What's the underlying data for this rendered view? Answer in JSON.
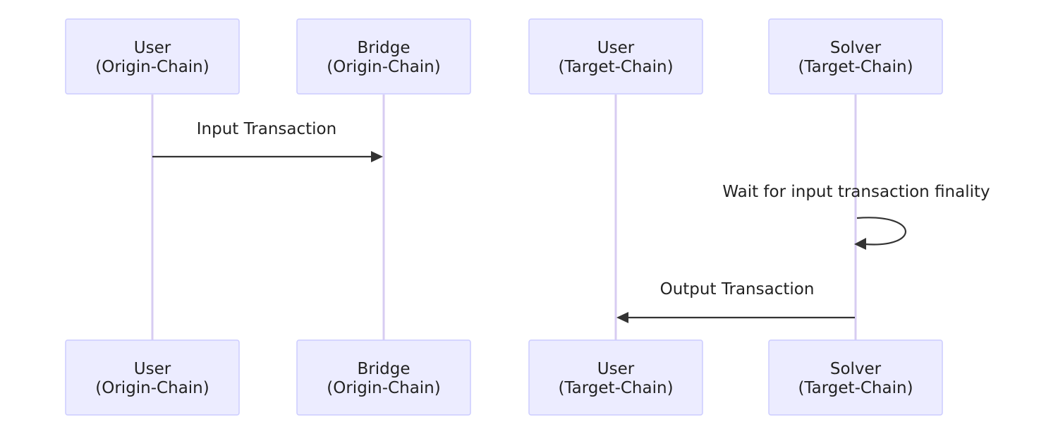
{
  "participants": [
    {
      "id": "user-origin",
      "line1": "User",
      "line2": "(Origin-Chain)"
    },
    {
      "id": "bridge-origin",
      "line1": "Bridge",
      "line2": "(Origin-Chain)"
    },
    {
      "id": "user-target",
      "line1": "User",
      "line2": "(Target-Chain)"
    },
    {
      "id": "solver-target",
      "line1": "Solver",
      "line2": "(Target-Chain)"
    }
  ],
  "messages": [
    {
      "from": "user-origin",
      "to": "bridge-origin",
      "label": "Input Transaction"
    },
    {
      "from": "solver-target",
      "to": "solver-target",
      "label": "Wait for input transaction finality"
    },
    {
      "from": "solver-target",
      "to": "user-target",
      "label": "Output Transaction"
    }
  ],
  "colors": {
    "actor_fill": "#ECECFF",
    "actor_border": "#CCCCFF",
    "lifeline": "#D7CCF2",
    "arrow": "#333333",
    "text": "#222222"
  }
}
